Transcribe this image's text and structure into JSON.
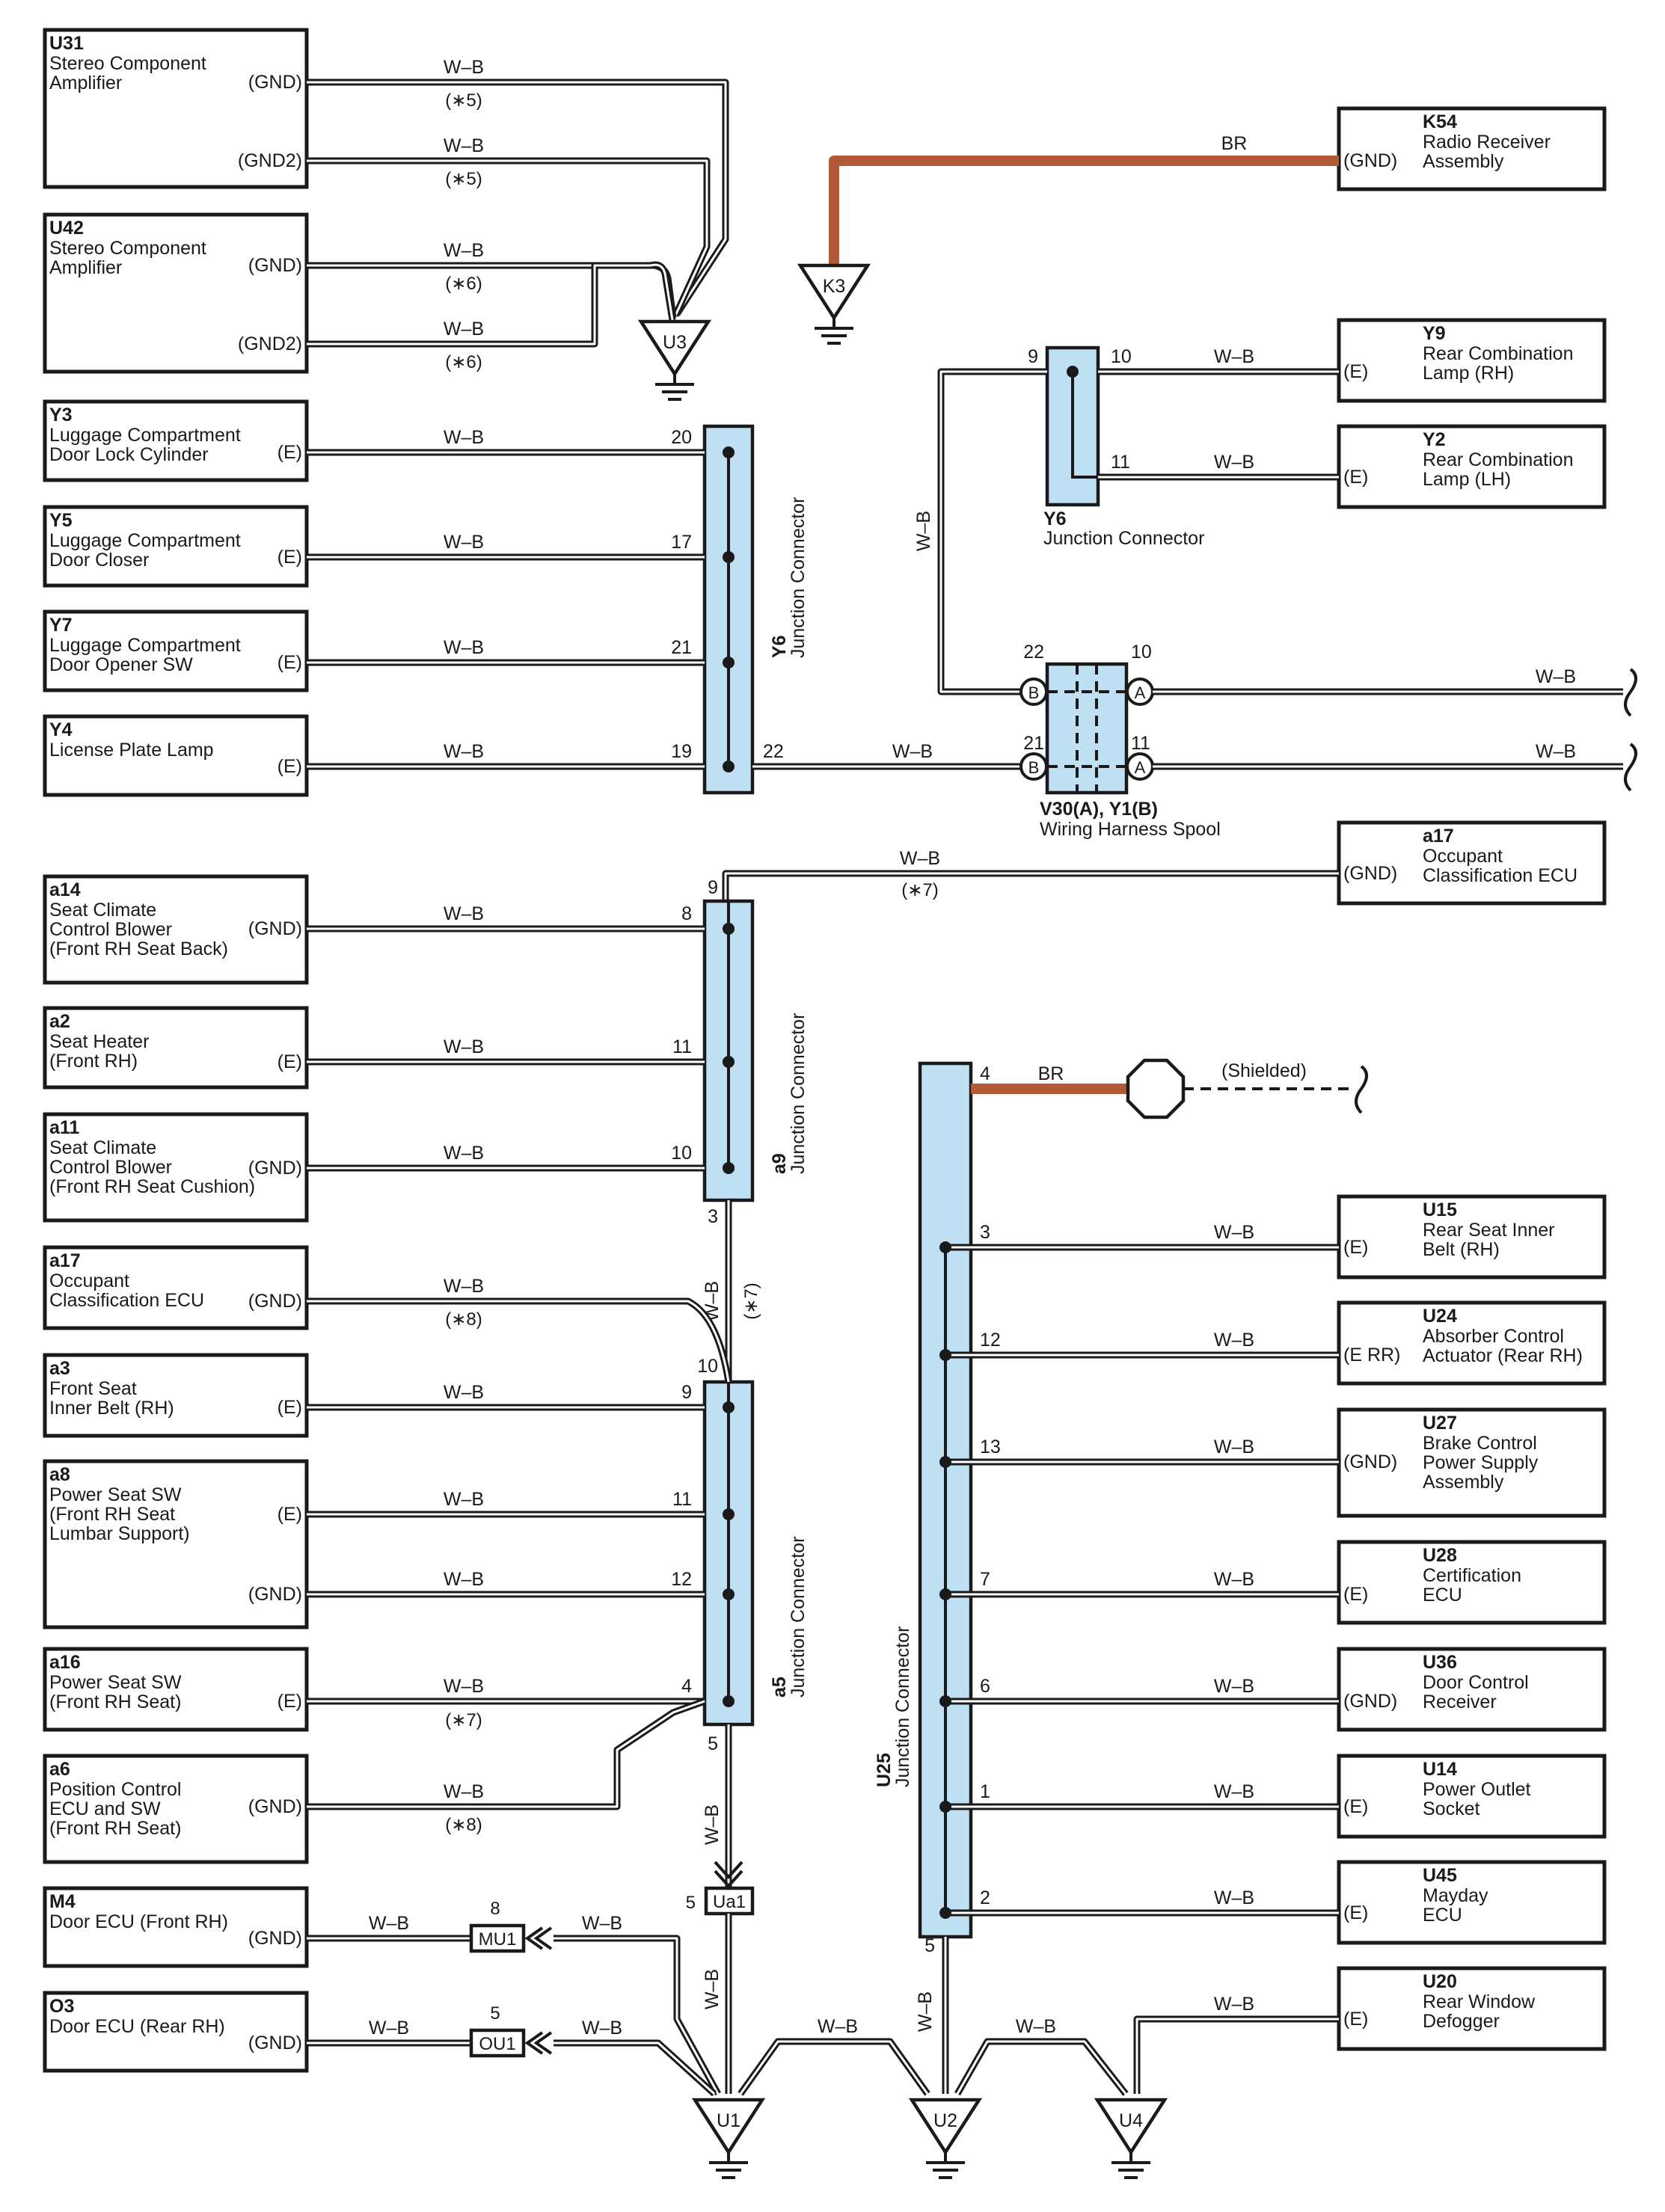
{
  "colors": {
    "wire_wb": "#1a1a1a",
    "wire_br": "#b25a35",
    "junction_fill": "#bfe0f3"
  },
  "wire_labels": {
    "wb": "W–B",
    "br": "BR"
  },
  "components": [
    {
      "id": "U31",
      "name_lines": [
        "Stereo Component",
        "Amplifier"
      ],
      "terminals": [
        "(GND)",
        "(GND2)"
      ]
    },
    {
      "id": "U42",
      "name_lines": [
        "Stereo Component",
        "Amplifier"
      ],
      "terminals": [
        "(GND)",
        "(GND2)"
      ]
    },
    {
      "id": "Y3",
      "name_lines": [
        "Luggage Compartment",
        "Door Lock Cylinder"
      ],
      "terminals": [
        "(E)"
      ]
    },
    {
      "id": "Y5",
      "name_lines": [
        "Luggage Compartment",
        "Door Closer"
      ],
      "terminals": [
        "(E)"
      ]
    },
    {
      "id": "Y7",
      "name_lines": [
        "Luggage Compartment",
        "Door Opener SW"
      ],
      "terminals": [
        "(E)"
      ]
    },
    {
      "id": "Y4",
      "name_lines": [
        "License Plate Lamp"
      ],
      "terminals": [
        "(E)"
      ]
    },
    {
      "id": "a14",
      "name_lines": [
        "Seat Climate",
        "Control Blower",
        "(Front RH Seat Back)"
      ],
      "terminals": [
        "(GND)"
      ]
    },
    {
      "id": "a2",
      "name_lines": [
        "Seat Heater",
        "(Front RH)"
      ],
      "terminals": [
        "(E)"
      ]
    },
    {
      "id": "a11",
      "name_lines": [
        "Seat Climate",
        "Control Blower",
        "(Front RH Seat Cushion)"
      ],
      "terminals": [
        "(GND)"
      ]
    },
    {
      "id": "a17",
      "name_lines": [
        "Occupant",
        "Classification ECU"
      ],
      "terminals": [
        "(GND)"
      ]
    },
    {
      "id": "a3",
      "name_lines": [
        "Front Seat",
        "Inner Belt (RH)"
      ],
      "terminals": [
        "(E)"
      ]
    },
    {
      "id": "a8",
      "name_lines": [
        "Power Seat SW",
        "(Front RH Seat",
        " Lumbar Support)"
      ],
      "terminals": [
        "(E)",
        "(GND)"
      ]
    },
    {
      "id": "a16",
      "name_lines": [
        "Power Seat SW",
        "(Front RH Seat)"
      ],
      "terminals": [
        "(E)"
      ]
    },
    {
      "id": "a6",
      "name_lines": [
        "Position Control",
        "ECU and SW",
        "(Front RH Seat)"
      ],
      "terminals": [
        "(GND)"
      ]
    },
    {
      "id": "M4",
      "name_lines": [
        "Door ECU (Front RH)"
      ],
      "terminals": [
        "(GND)"
      ]
    },
    {
      "id": "O3",
      "name_lines": [
        "Door ECU (Rear RH)"
      ],
      "terminals": [
        "(GND)"
      ]
    },
    {
      "id": "K54",
      "name_lines": [
        "Radio Receiver",
        "Assembly"
      ],
      "terminals": [
        "(GND)"
      ]
    },
    {
      "id": "Y9",
      "name_lines": [
        "Rear Combination",
        "Lamp (RH)"
      ],
      "terminals": [
        "(E)"
      ]
    },
    {
      "id": "Y2",
      "name_lines": [
        "Rear Combination",
        "Lamp (LH)"
      ],
      "terminals": [
        "(E)"
      ]
    },
    {
      "id": "a17",
      "name_lines": [
        "Occupant",
        "Classification ECU"
      ],
      "terminals": [
        "(GND)"
      ]
    },
    {
      "id": "U15",
      "name_lines": [
        "Rear Seat Inner",
        "Belt (RH)"
      ],
      "terminals": [
        "(E)"
      ]
    },
    {
      "id": "U24",
      "name_lines": [
        "Absorber Control",
        "Actuator (Rear RH)"
      ],
      "terminals": [
        "(E RR)"
      ]
    },
    {
      "id": "U27",
      "name_lines": [
        "Brake Control",
        "Power Supply",
        "Assembly"
      ],
      "terminals": [
        "(GND)"
      ]
    },
    {
      "id": "U28",
      "name_lines": [
        "Certification",
        "ECU"
      ],
      "terminals": [
        "(E)"
      ]
    },
    {
      "id": "U36",
      "name_lines": [
        "Door Control",
        "Receiver"
      ],
      "terminals": [
        "(GND)"
      ]
    },
    {
      "id": "U14",
      "name_lines": [
        "Power Outlet",
        "Socket"
      ],
      "terminals": [
        "(E)"
      ]
    },
    {
      "id": "U45",
      "name_lines": [
        "Mayday",
        "ECU"
      ],
      "terminals": [
        "(E)"
      ]
    },
    {
      "id": "U20",
      "name_lines": [
        "Rear Window",
        "Defogger"
      ],
      "terminals": [
        "(E)"
      ]
    }
  ],
  "junctions": [
    {
      "id": "Y6",
      "name": "Junction Connector",
      "pins": [
        "20",
        "17",
        "21",
        "19",
        "22"
      ]
    },
    {
      "id": "Y6",
      "name": "Junction Connector",
      "pins": [
        "9",
        "10",
        "11"
      ]
    },
    {
      "id": "a9",
      "name": "Junction Connector",
      "pins": [
        "9",
        "8",
        "11",
        "10",
        "3"
      ]
    },
    {
      "id": "a5",
      "name": "Junction Connector",
      "pins": [
        "10",
        "9",
        "11",
        "12",
        "4",
        "5"
      ]
    },
    {
      "id": "U25",
      "name": "Junction Connector",
      "pins": [
        "4",
        "3",
        "12",
        "13",
        "7",
        "6",
        "1",
        "2",
        "5"
      ]
    },
    {
      "id": "V30(A), Y1(B)",
      "name": "Wiring Harness Spool",
      "pins": [
        "22",
        "21",
        "10",
        "11"
      ],
      "sides": [
        "B",
        "A"
      ]
    }
  ],
  "grounds": [
    "U3",
    "K3",
    "U1",
    "U2",
    "U4"
  ],
  "inline_connectors": [
    {
      "id": "Ua1",
      "pin": "5"
    },
    {
      "id": "MU1",
      "pin": "8"
    },
    {
      "id": "OU1",
      "pin": "5"
    }
  ],
  "notes": [
    "(∗5)",
    "(∗5)",
    "(∗6)",
    "(∗6)",
    "(∗7)",
    "(∗7)",
    "(∗7)",
    "(∗8)",
    "(∗8)"
  ],
  "shield_label": "(Shielded)"
}
